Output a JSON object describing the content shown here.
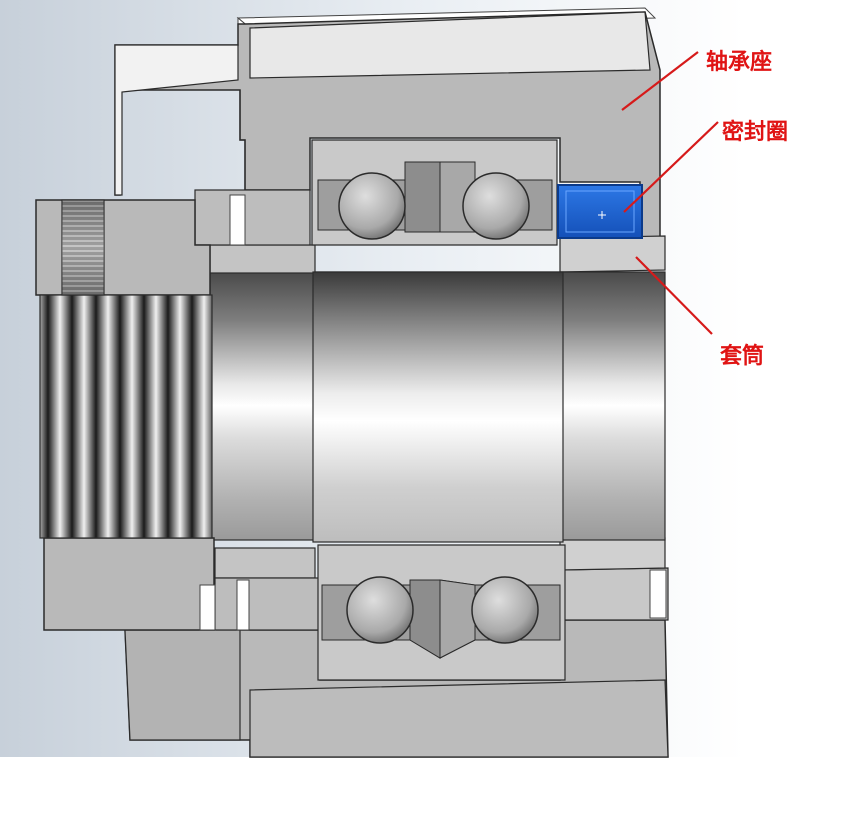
{
  "colors": {
    "label_text": "#e01414",
    "leader_line": "#d61a1a",
    "seal_highlight": "#1e5fd0",
    "part_fill": "#b9b9b9",
    "part_outline": "#2b2b2b",
    "background_gradient": "#dde6ee"
  },
  "labels": {
    "bearing_housing": "轴承座",
    "seal_ring": "密封圈",
    "sleeve": "套筒"
  },
  "icons": {
    "selection_marker": "crosshair-icon"
  }
}
